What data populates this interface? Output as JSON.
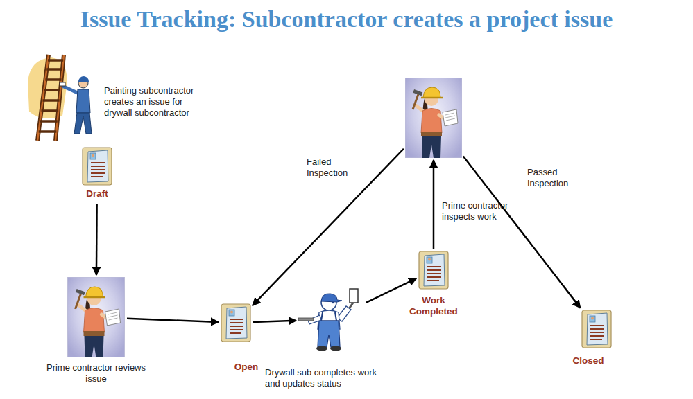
{
  "diagram": {
    "title": "Issue Tracking: Subcontractor creates a project issue",
    "nodes": [
      {
        "text": [
          "Painting subcontractor creates an issue for drywall subcontractor"
        ]
      },
      {
        "text": [
          "Draft"
        ]
      },
      {
        "text": [
          "Prime contractor reviews issue"
        ]
      },
      {
        "text": [
          "Open"
        ]
      },
      {
        "text": [
          "Drywall sub completes work and updates status"
        ]
      },
      {
        "text": [
          "Work Completed"
        ]
      },
      {
        "text": []
      },
      {
        "text": [
          "Closed"
        ]
      }
    ],
    "edges": [
      {
        "from": 1,
        "to": 2,
        "arrow": "to"
      },
      {
        "from": 2,
        "to": 3,
        "arrow": "to"
      },
      {
        "from": 3,
        "to": 4,
        "arrow": "to"
      },
      {
        "from": 4,
        "to": 5,
        "arrow": "to"
      },
      {
        "from": 5,
        "to": 6,
        "arrow": "to",
        "label": "Prime contractor inspects work"
      },
      {
        "from": 6,
        "to": 3,
        "arrow": "to",
        "label": "Failed Inspection"
      },
      {
        "from": 6,
        "to": 7,
        "arrow": "to",
        "label": "Passed Inspection"
      }
    ]
  }
}
